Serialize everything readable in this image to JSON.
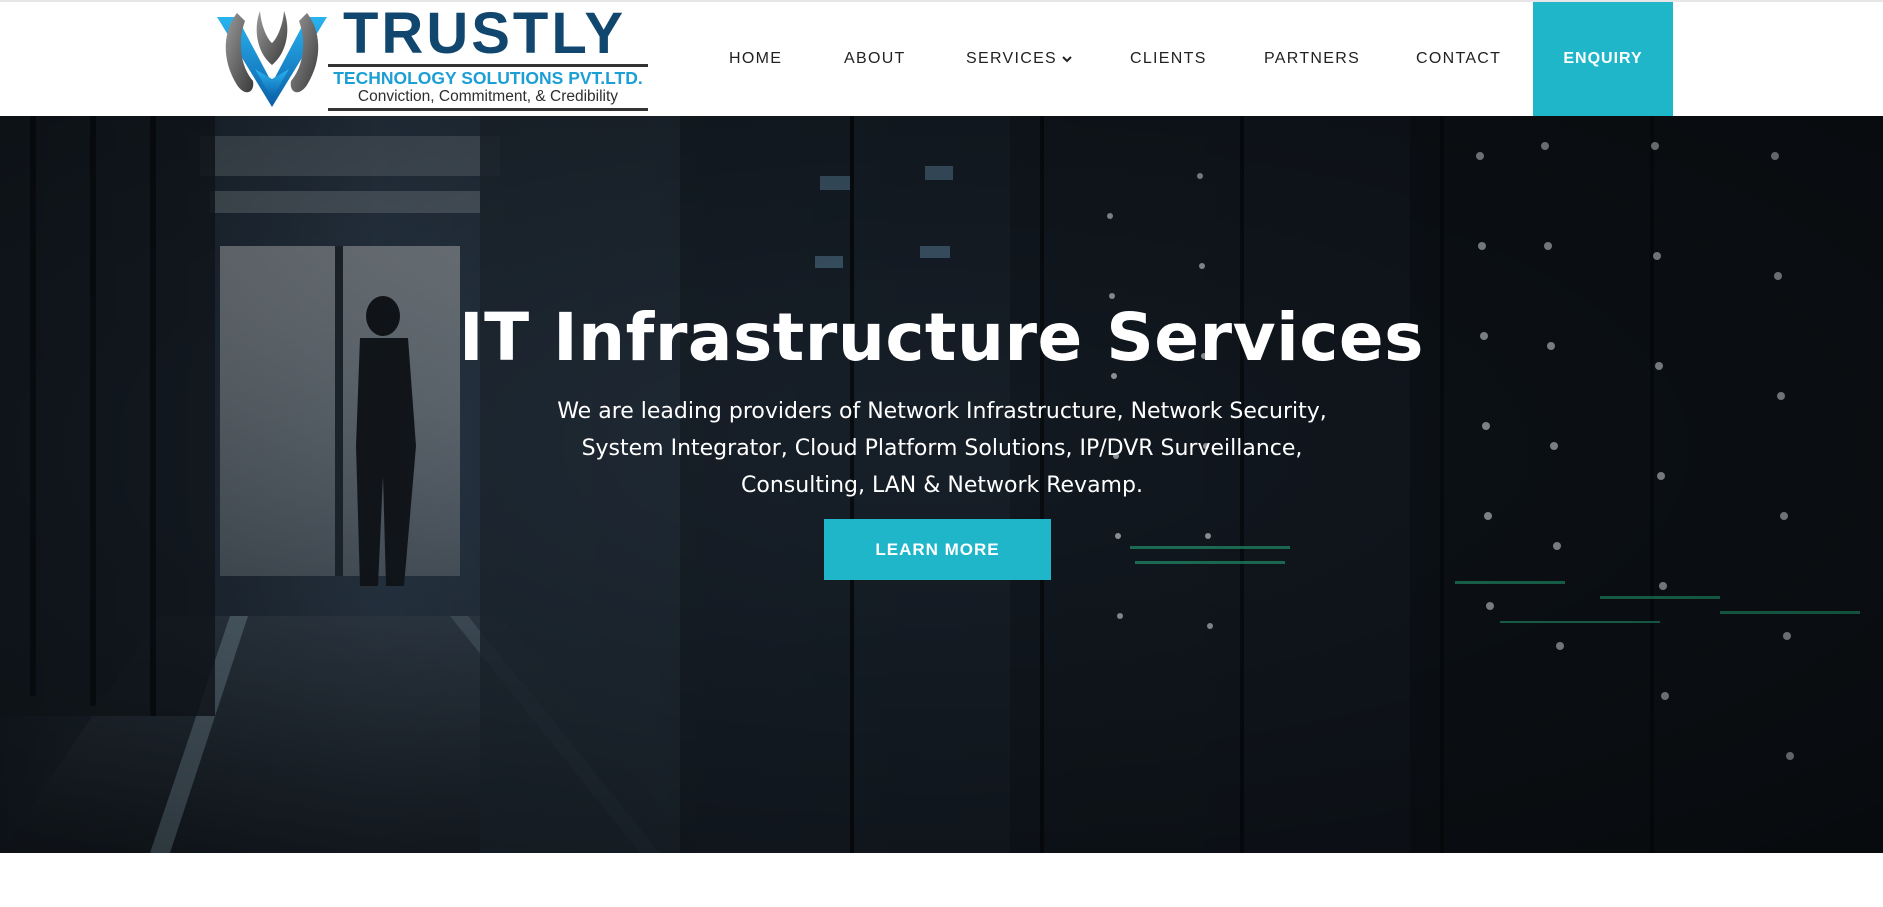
{
  "header": {
    "logo": {
      "name": "TRUSTLY",
      "subtitle": "TECHNOLOGY SOLUTIONS PVT.LTD.",
      "tagline": "Conviction, Commitment, & Credibility"
    },
    "nav": [
      {
        "label": "HOME"
      },
      {
        "label": "ABOUT"
      },
      {
        "label": "SERVICES"
      },
      {
        "label": "CLIENTS"
      },
      {
        "label": "PARTNERS"
      },
      {
        "label": "CONTACT"
      }
    ],
    "enquiry_label": "ENQUIRY"
  },
  "hero": {
    "title": "IT Infrastructure Services",
    "description": "We are leading providers of Network Infrastructure, Network Security, System Integrator, Cloud Platform Solutions, IP/DVR Surveillance, Consulting, LAN & Network Revamp.",
    "button_label": "LEARN MORE"
  },
  "icons": {
    "services_dropdown": "chevron-down-icon",
    "logo_mark": "trustly-logo-mark-icon"
  },
  "colors": {
    "accent": "#1fb6ca",
    "brand_navy": "#11476f",
    "brand_blue": "#1c9fd5",
    "nav_text": "#222222"
  }
}
